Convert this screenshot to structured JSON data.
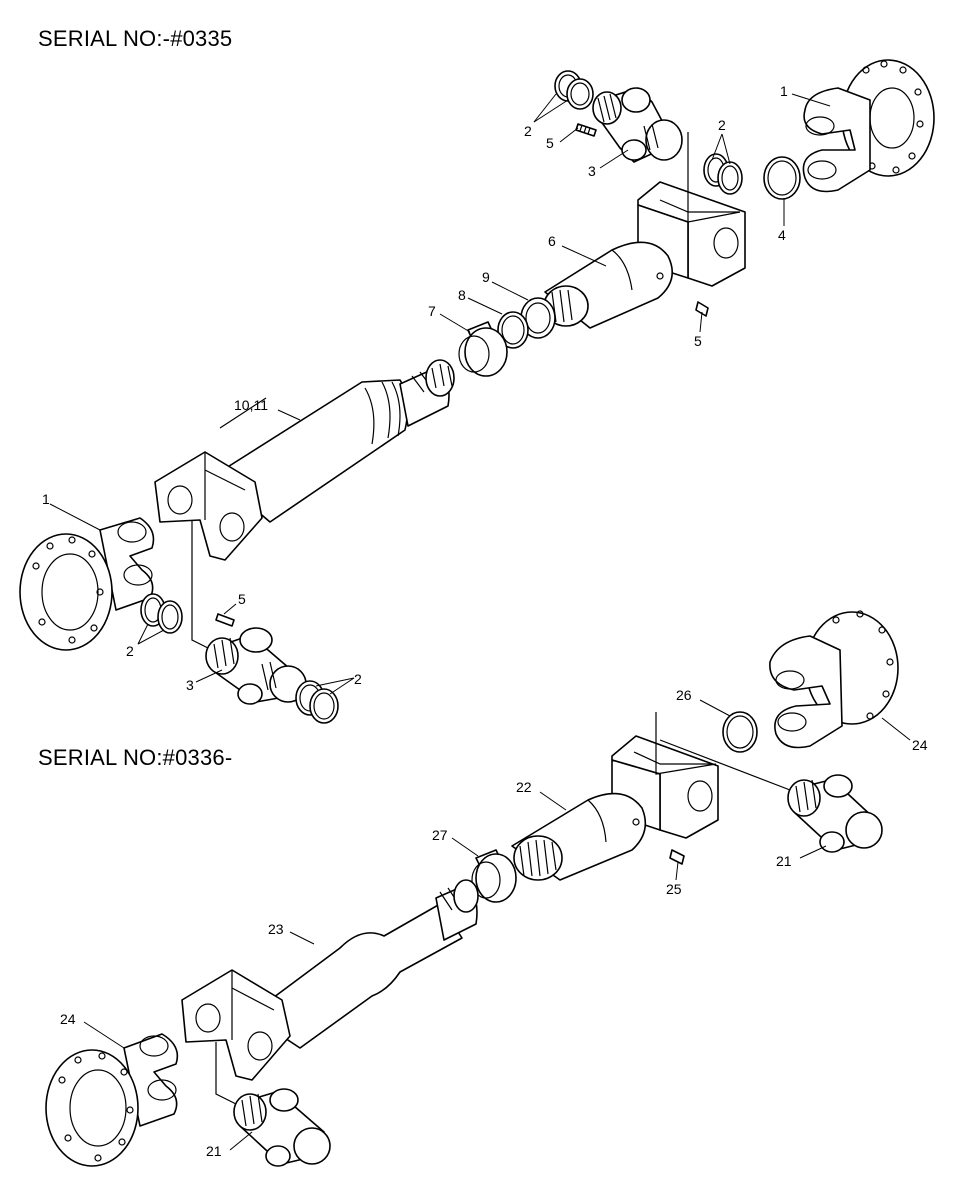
{
  "sections": [
    {
      "title": "SERIAL NO:-#0335"
    },
    {
      "title": "SERIAL NO:#0336-"
    }
  ],
  "callouts": {
    "a1": "1",
    "a2": "2",
    "a3": "2",
    "a4": "5",
    "a5": "3",
    "a6": "4",
    "a7": "6",
    "a8": "9",
    "a9": "8",
    "a10": "7",
    "a11": "5",
    "a12": "10,11",
    "a13": "1",
    "a14": "5",
    "a15": "2",
    "a16": "3",
    "a17": "2",
    "b1": "26",
    "b2": "24",
    "b3": "22",
    "b4": "27",
    "b5": "25",
    "b6": "21",
    "b7": "23",
    "b8": "24",
    "b9": "21"
  }
}
